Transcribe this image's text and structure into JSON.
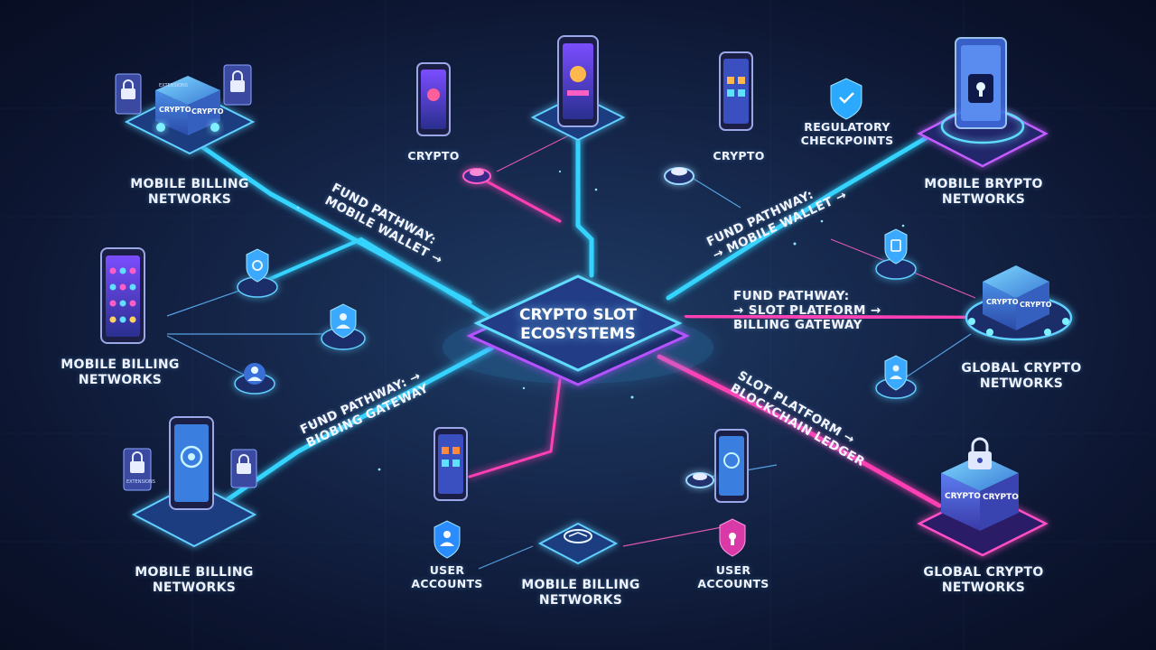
{
  "hub": {
    "label": "CRYPTO SLOT\nECOSYSTEMS"
  },
  "nodes": {
    "top_left": "MOBILE BILLING\nNETWORKS",
    "mid_left": "MOBILE BILLING\nNETWORKS",
    "bottom_left": "MOBILE BILLING\nNETWORKS",
    "bottom_center": "MOBILE BILLING\nNETWORKS",
    "top_right": "MOBILE BRYPTO\nNETWORKS",
    "mid_right": "GLOBAL CRYPTO\nNETWORKS",
    "bottom_right": "GLOBAL CRYPTO\nNETWORKS",
    "regulatory": "REGULATORY\nCHECKPOINTS",
    "crypto_left": "CRYPTO",
    "crypto_right": "CRYPTO",
    "user_left": "USER\nACCOUNTS",
    "user_right": "USER\nACCOUNTS"
  },
  "pathways": {
    "upper_left": "FUND PATHWAY:\nMOBILE WALLET →",
    "upper_right": "FUND PATHWAY:\n→ MOBILE WALLET →",
    "right_mid": "FUND PATHWAY:\n→ SLOT PLATFORM →\nBILLING GATEWAY",
    "lower_left": "FUND PATHWAY: →\nBIOBING GATEWAY",
    "lower_right": "SLOT PLATFORM →\nBLOCKCHAIN LEDGER"
  },
  "device_text": {
    "cube_top_left": [
      "CRYPTO",
      "CRYPTO"
    ],
    "cube_right": [
      "CRYPTO",
      "CRYPTO"
    ],
    "cube_bottom_right": [
      "CRYPTO",
      "CRYPTO"
    ],
    "tag_top_left": "EXTENSIONS",
    "tag_bottom_left": "EXTENSIONS"
  },
  "colors": {
    "cyan": "#35d4ff",
    "blue": "#3a86ff",
    "magenta": "#ff3fb4",
    "violet": "#b44cff",
    "label": "#eef3ff"
  },
  "icons": {
    "lock": "lock-icon",
    "shield": "shield-icon",
    "user": "user-icon",
    "phone": "smartphone-icon",
    "coin": "coin-icon",
    "cube": "cube-icon"
  }
}
